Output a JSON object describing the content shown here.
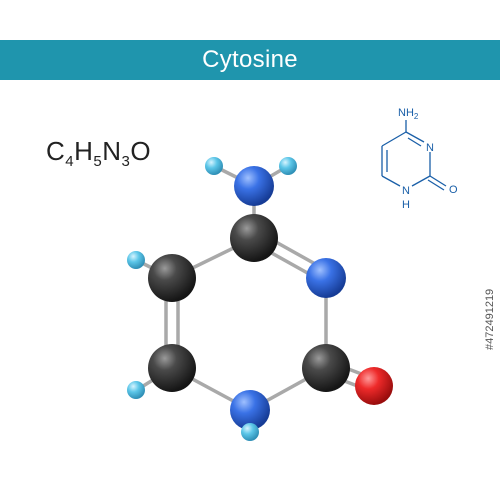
{
  "title": "Cytosine",
  "formula": {
    "parts": [
      {
        "el": "C",
        "n": "4"
      },
      {
        "el": "H",
        "n": "5"
      },
      {
        "el": "N",
        "n": "3"
      },
      {
        "el": "O",
        "n": ""
      }
    ]
  },
  "skeletal": {
    "nh2_main": "NH",
    "nh2_sub": "2",
    "n_ring": "N",
    "nh": "N",
    "h": "H",
    "o": "O"
  },
  "stock_id": "#472491219",
  "colors": {
    "banner": "#1f95ad",
    "carbon": "#333333",
    "nitrogen": "#2a5fd8",
    "oxygen": "#e32020",
    "hydrogen": "#5cc6e8",
    "skeletal": "#1a5fa8"
  },
  "atoms": [
    {
      "id": "n_amino",
      "element": "N",
      "label": "nitrogen-atom"
    },
    {
      "id": "h_amino_1",
      "element": "H",
      "label": "hydrogen-atom"
    },
    {
      "id": "h_amino_2",
      "element": "H",
      "label": "hydrogen-atom"
    },
    {
      "id": "c4",
      "element": "C",
      "label": "carbon-atom"
    },
    {
      "id": "n3",
      "element": "N",
      "label": "nitrogen-atom"
    },
    {
      "id": "c2",
      "element": "C",
      "label": "carbon-atom"
    },
    {
      "id": "o2",
      "element": "O",
      "label": "oxygen-atom"
    },
    {
      "id": "n1",
      "element": "N",
      "label": "nitrogen-atom"
    },
    {
      "id": "h1",
      "element": "H",
      "label": "hydrogen-atom"
    },
    {
      "id": "c6",
      "element": "C",
      "label": "carbon-atom"
    },
    {
      "id": "h6",
      "element": "H",
      "label": "hydrogen-atom"
    },
    {
      "id": "c5",
      "element": "C",
      "label": "carbon-atom"
    },
    {
      "id": "h5",
      "element": "H",
      "label": "hydrogen-atom"
    }
  ]
}
